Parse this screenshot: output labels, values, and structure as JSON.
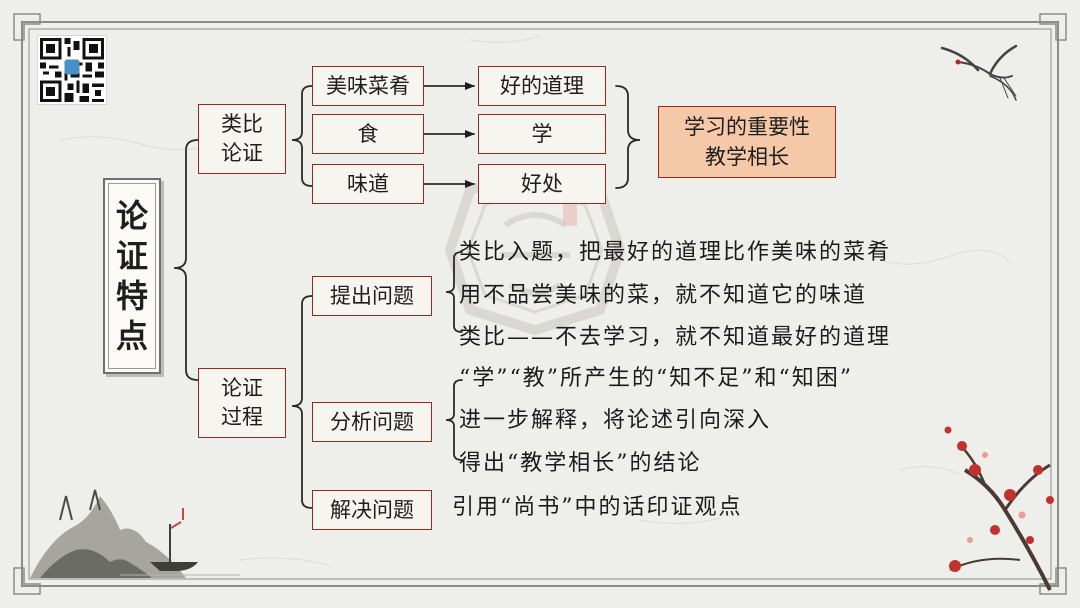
{
  "diagram": {
    "title": "论证特点",
    "analogy": {
      "label": "类比论证",
      "rows": [
        {
          "left": "美味菜肴",
          "right": "好的道理"
        },
        {
          "left": "食",
          "right": "学"
        },
        {
          "left": "味道",
          "right": "好处"
        }
      ],
      "conclusion": "学习的重要性教学相长"
    },
    "process": {
      "label": "论证过程",
      "steps": [
        {
          "label": "提出问题",
          "points": [
            "类比入题，把最好的道理比作美味的菜肴",
            "用不品尝美味的菜，就不知道它的味道",
            "类比——不去学习，就不知道最好的道理"
          ]
        },
        {
          "label": "分析问题",
          "points": [
            "“学”“教”所产生的“知不足”和“知困”",
            "进一步解释，将论述引向深入",
            "得出“教学相长”的结论"
          ]
        },
        {
          "label": "解决问题",
          "points": [
            "引用“尚书”中的话印证观点"
          ]
        }
      ]
    }
  },
  "colors": {
    "box_border": "#9c2a1c",
    "box_fill": "#f7f5ef",
    "highlight_fill": "#f5c9a8",
    "frame": "#8c8c88",
    "line": "#2a2a2a"
  },
  "icons": [
    "qr-code-icon",
    "crane-icon",
    "plum-blossom-icon",
    "landscape-boat-icon",
    "seal-watermark-icon"
  ]
}
